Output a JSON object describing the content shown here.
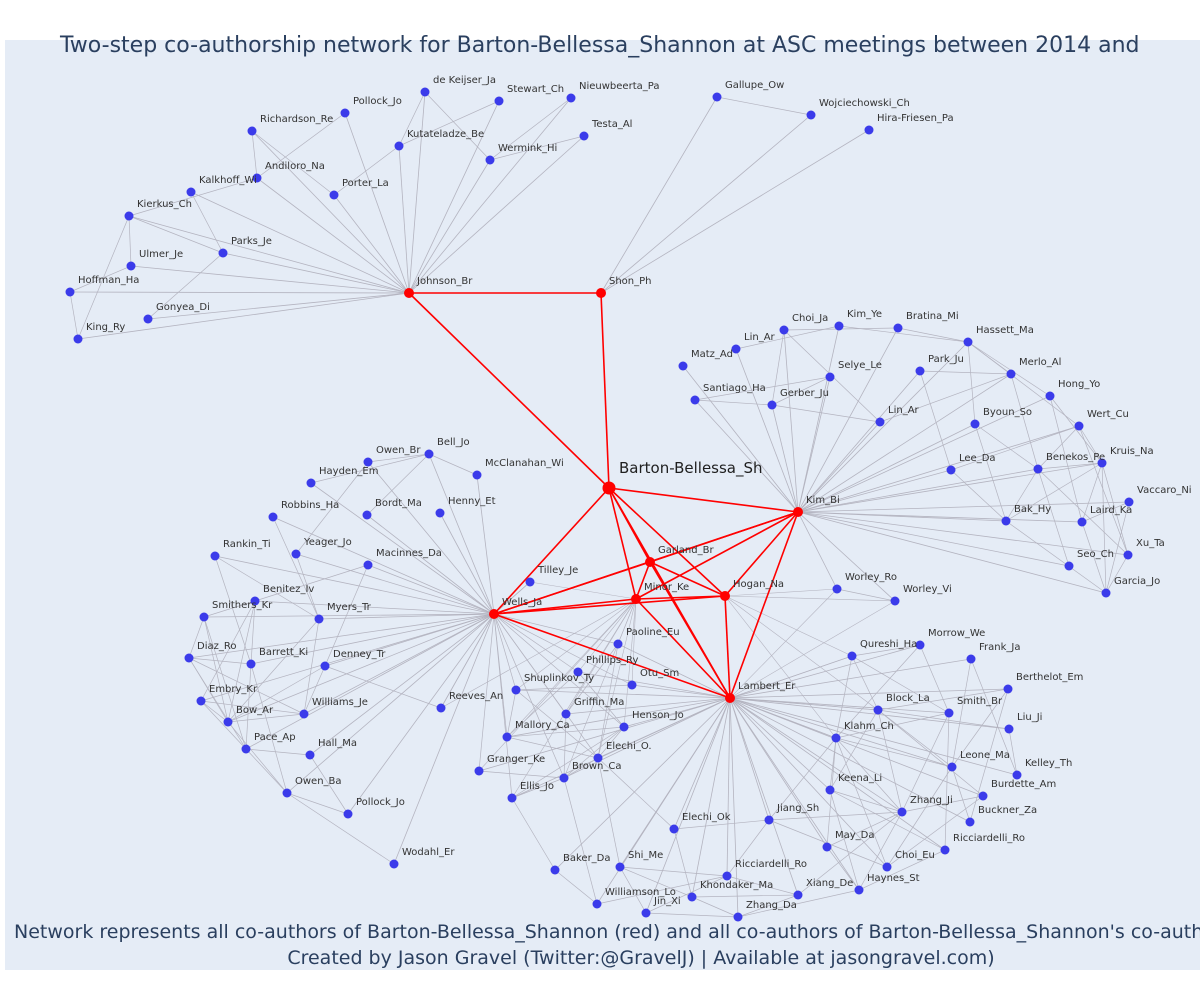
{
  "chart_data": {
    "type": "network",
    "title": "Two-step co-authorship network for Barton-Bellessa_Shannon at ASC meetings between 2014 and",
    "caption_lines": [
      "Network represents all co-authors of Barton-Bellessa_Shannon (red) and all co-authors of Barton-Bellessa_Shannon's co-authors",
      "Created by Jason Gravel (Twitter:@GravelJ) | Available at jasongravel.com)"
    ],
    "colors": {
      "background": "#e5ecf6",
      "primary_node": "#ff0000",
      "primary_edge": "#ff0000",
      "secondary_node": "#3b3bea",
      "secondary_edge": "#b4b4c0",
      "title": "#2a3f5f"
    },
    "center": "Barton-Bellessa_Sh",
    "primary_nodes": [
      "Johnson_Br",
      "Shon_Ph",
      "Kim_Bi",
      "Wells_Ja",
      "Garland_Br",
      "Minor_Ke",
      "Hogan_Na",
      "Lambert_Er"
    ],
    "primary_edges": [
      [
        "Barton-Bellessa_Sh",
        "Johnson_Br"
      ],
      [
        "Barton-Bellessa_Sh",
        "Shon_Ph"
      ],
      [
        "Johnson_Br",
        "Shon_Ph"
      ],
      [
        "Barton-Bellessa_Sh",
        "Kim_Bi"
      ],
      [
        "Barton-Bellessa_Sh",
        "Wells_Ja"
      ],
      [
        "Barton-Bellessa_Sh",
        "Garland_Br"
      ],
      [
        "Barton-Bellessa_Sh",
        "Minor_Ke"
      ],
      [
        "Barton-Bellessa_Sh",
        "Hogan_Na"
      ],
      [
        "Barton-Bellessa_Sh",
        "Lambert_Er"
      ],
      [
        "Kim_Bi",
        "Garland_Br"
      ],
      [
        "Kim_Bi",
        "Minor_Ke"
      ],
      [
        "Kim_Bi",
        "Hogan_Na"
      ],
      [
        "Kim_Bi",
        "Lambert_Er"
      ],
      [
        "Kim_Bi",
        "Wells_Ja"
      ],
      [
        "Wells_Ja",
        "Garland_Br"
      ],
      [
        "Wells_Ja",
        "Minor_Ke"
      ],
      [
        "Wells_Ja",
        "Hogan_Na"
      ],
      [
        "Wells_Ja",
        "Lambert_Er"
      ],
      [
        "Garland_Br",
        "Minor_Ke"
      ],
      [
        "Garland_Br",
        "Hogan_Na"
      ],
      [
        "Garland_Br",
        "Lambert_Er"
      ],
      [
        "Minor_Ke",
        "Hogan_Na"
      ],
      [
        "Minor_Ke",
        "Lambert_Er"
      ],
      [
        "Hogan_Na",
        "Lambert_Er"
      ]
    ],
    "groups": [
      {
        "hub": "Johnson_Br",
        "members": [
          "de Keijser_Ja",
          "Stewart_Ch",
          "Nieuwbeerta_Pa",
          "Pollock_Jo",
          "Richardson_Re",
          "Kutateladze_Be",
          "Testa_Al",
          "Wermink_Hi",
          "Andiloro_Na",
          "Kalkhoff_Wi",
          "Porter_La",
          "Kierkus_Ch",
          "Parks_Je",
          "Ulmer_Je",
          "Hoffman_Ha",
          "Gonyea_Di",
          "King_Ry"
        ]
      },
      {
        "hub": "Shon_Ph",
        "members": [
          "Gallupe_Ow",
          "Wojciechowski_Ch",
          "Hira-Friesen_Pa"
        ]
      },
      {
        "hub": "Kim_Bi",
        "members": [
          "Choi_Ja",
          "Kim_Ye",
          "Bratina_Mi",
          "Hassett_Ma",
          "Lin_Ar",
          "Matz_Ad",
          "Selye_Le",
          "Park_Ju",
          "Merlo_Al",
          "Hong_Yo",
          "Santiago_Ha",
          "Gerber_Ju",
          "Lin_Ar",
          "Byoun_So",
          "Wert_Cu",
          "Lee_Da",
          "Benekos_Pe",
          "Kruis_Na",
          "Vaccaro_Ni",
          "Bak_Hy",
          "Laird_Ka",
          "Xu_Ta",
          "Seo_Ch",
          "Garcia_Jo",
          "Worley_Ro",
          "Worley_Vi"
        ]
      },
      {
        "hub": "Wells_Ja",
        "members": [
          "Bell_Jo",
          "Owen_Br",
          "McClanahan_Wi",
          "Hayden_Em",
          "Robbins_Ha",
          "Bordt_Ma",
          "Henny_Et",
          "Yeager_Jo",
          "Rankin_Ti",
          "Macinnes_Da",
          "Tilley_Je",
          "Benitez_Iv",
          "Smithers_Kr",
          "Myers_Tr",
          "Diaz_Ro",
          "Barrett_Ki",
          "Denney_Tr",
          "Embry_Kr",
          "Williams_Je",
          "Bow_Ar",
          "Pace_Ap",
          "Hall_Ma",
          "Reeves_An",
          "Owen_Ba",
          "Pollock_Jo",
          "Wodahl_Er"
        ]
      },
      {
        "hub": "Lambert_Er",
        "members": [
          "Paoline_Eu",
          "Phillips_Ry",
          "Otu_Sm",
          "Shuplinkov_Ty",
          "Griffin_Ma",
          "Henson_Jo",
          "Mallory_Ca",
          "Elechi_O.",
          "Granger_Ke",
          "Brown_Ca",
          "Ellis_Jo",
          "Qureshi_Ha",
          "Morrow_We",
          "Frank_Ja",
          "Berthelot_Em",
          "Block_La",
          "Smith_Br",
          "Klahm_Ch",
          "Liu_Ji",
          "Leone_Ma",
          "Kelley_Th",
          "Keena_Li",
          "Burdette_Am",
          "Zhang_Ji",
          "Buckner_Za",
          "Elechi_Ok",
          "Jiang_Sh",
          "May_Da",
          "Ricciardelli_Ro",
          "Baker_Da",
          "Shi_Me",
          "Ricciardelli_Ro",
          "Choi_Eu",
          "Haynes_St",
          "Xiang_De",
          "Williamson_Lo",
          "Khondaker_Ma",
          "Jin_Xi",
          "Zhang_Da"
        ]
      }
    ]
  }
}
